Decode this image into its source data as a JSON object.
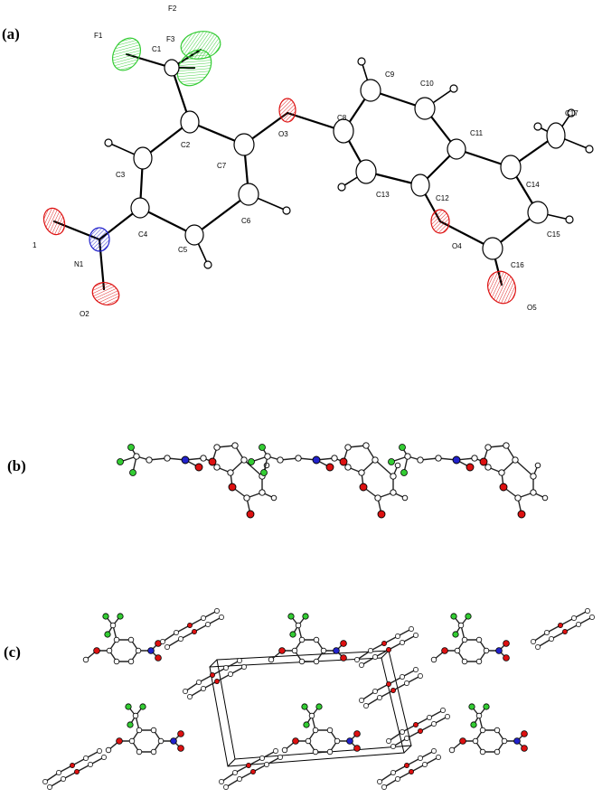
{
  "panels": {
    "a": {
      "label": "(a)"
    },
    "b": {
      "label": "(b)"
    },
    "c": {
      "label": "(c)"
    }
  },
  "atoms": {
    "F1": "F1",
    "F2": "F2",
    "F3": "F3",
    "C1": "C1",
    "C2": "C2",
    "C3": "C3",
    "C4": "C4",
    "C5": "C5",
    "C6": "C6",
    "C7": "C7",
    "C8": "C8",
    "C9": "C9",
    "C10": "C10",
    "C11": "C11",
    "C12": "C12",
    "C13": "C13",
    "C14": "C14",
    "C15": "C15",
    "C16": "C16",
    "C17": "C17",
    "O1": "1",
    "O2": "O2",
    "O3": "O3",
    "O4": "O4",
    "O5": "O5",
    "N1": "N1"
  },
  "colors": {
    "carbon": "#ffffff",
    "fluorine": "#33cc33",
    "oxygen": "#dd1111",
    "nitrogen": "#2222cc",
    "hydrogen": "#ffffff",
    "bond": "#000000"
  }
}
